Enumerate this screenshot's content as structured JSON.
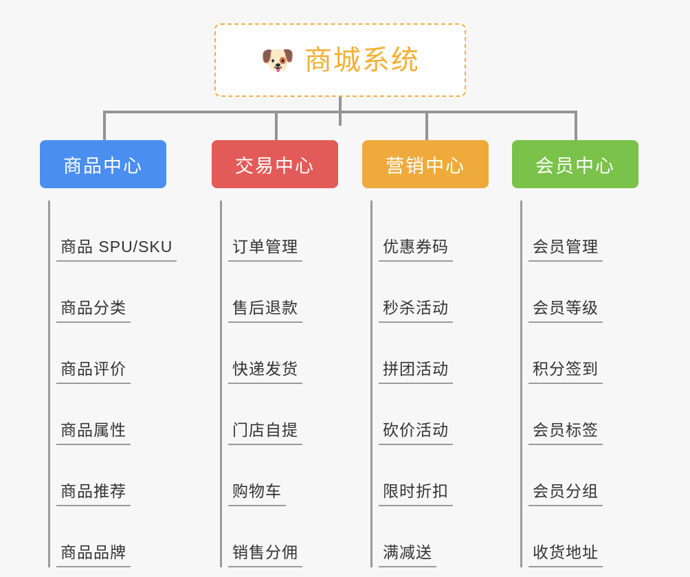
{
  "page": {
    "background_color": "#f7f7f7",
    "connector_color": "#949494",
    "leaf_line_color": "#9a9a9a",
    "leaf_text_color": "#333333"
  },
  "root": {
    "icon": "dog-face-emoji",
    "icon_glyph": "🐶",
    "title": "商城系统",
    "title_color": "#f2b034",
    "border_color": "#f2ae45",
    "background_color": "#ffffff"
  },
  "branches": [
    {
      "id": "product-center",
      "label": "商品中心",
      "color": "#4a8ff0",
      "items": [
        {
          "label": "商品 SPU/SKU"
        },
        {
          "label": "商品分类"
        },
        {
          "label": "商品评价"
        },
        {
          "label": "商品属性"
        },
        {
          "label": "商品推荐"
        },
        {
          "label": "商品品牌"
        }
      ]
    },
    {
      "id": "trade-center",
      "label": "交易中心",
      "color": "#e35b58",
      "items": [
        {
          "label": "订单管理"
        },
        {
          "label": "售后退款"
        },
        {
          "label": "快递发货"
        },
        {
          "label": "门店自提"
        },
        {
          "label": "购物车"
        },
        {
          "label": "销售分佣"
        }
      ]
    },
    {
      "id": "marketing-center",
      "label": "营销中心",
      "color": "#eeab3c",
      "items": [
        {
          "label": "优惠券码"
        },
        {
          "label": "秒杀活动"
        },
        {
          "label": "拼团活动"
        },
        {
          "label": "砍价活动"
        },
        {
          "label": "限时折扣"
        },
        {
          "label": "满减送"
        }
      ]
    },
    {
      "id": "member-center",
      "label": "会员中心",
      "color": "#78c košice"
    }
  ]
}
